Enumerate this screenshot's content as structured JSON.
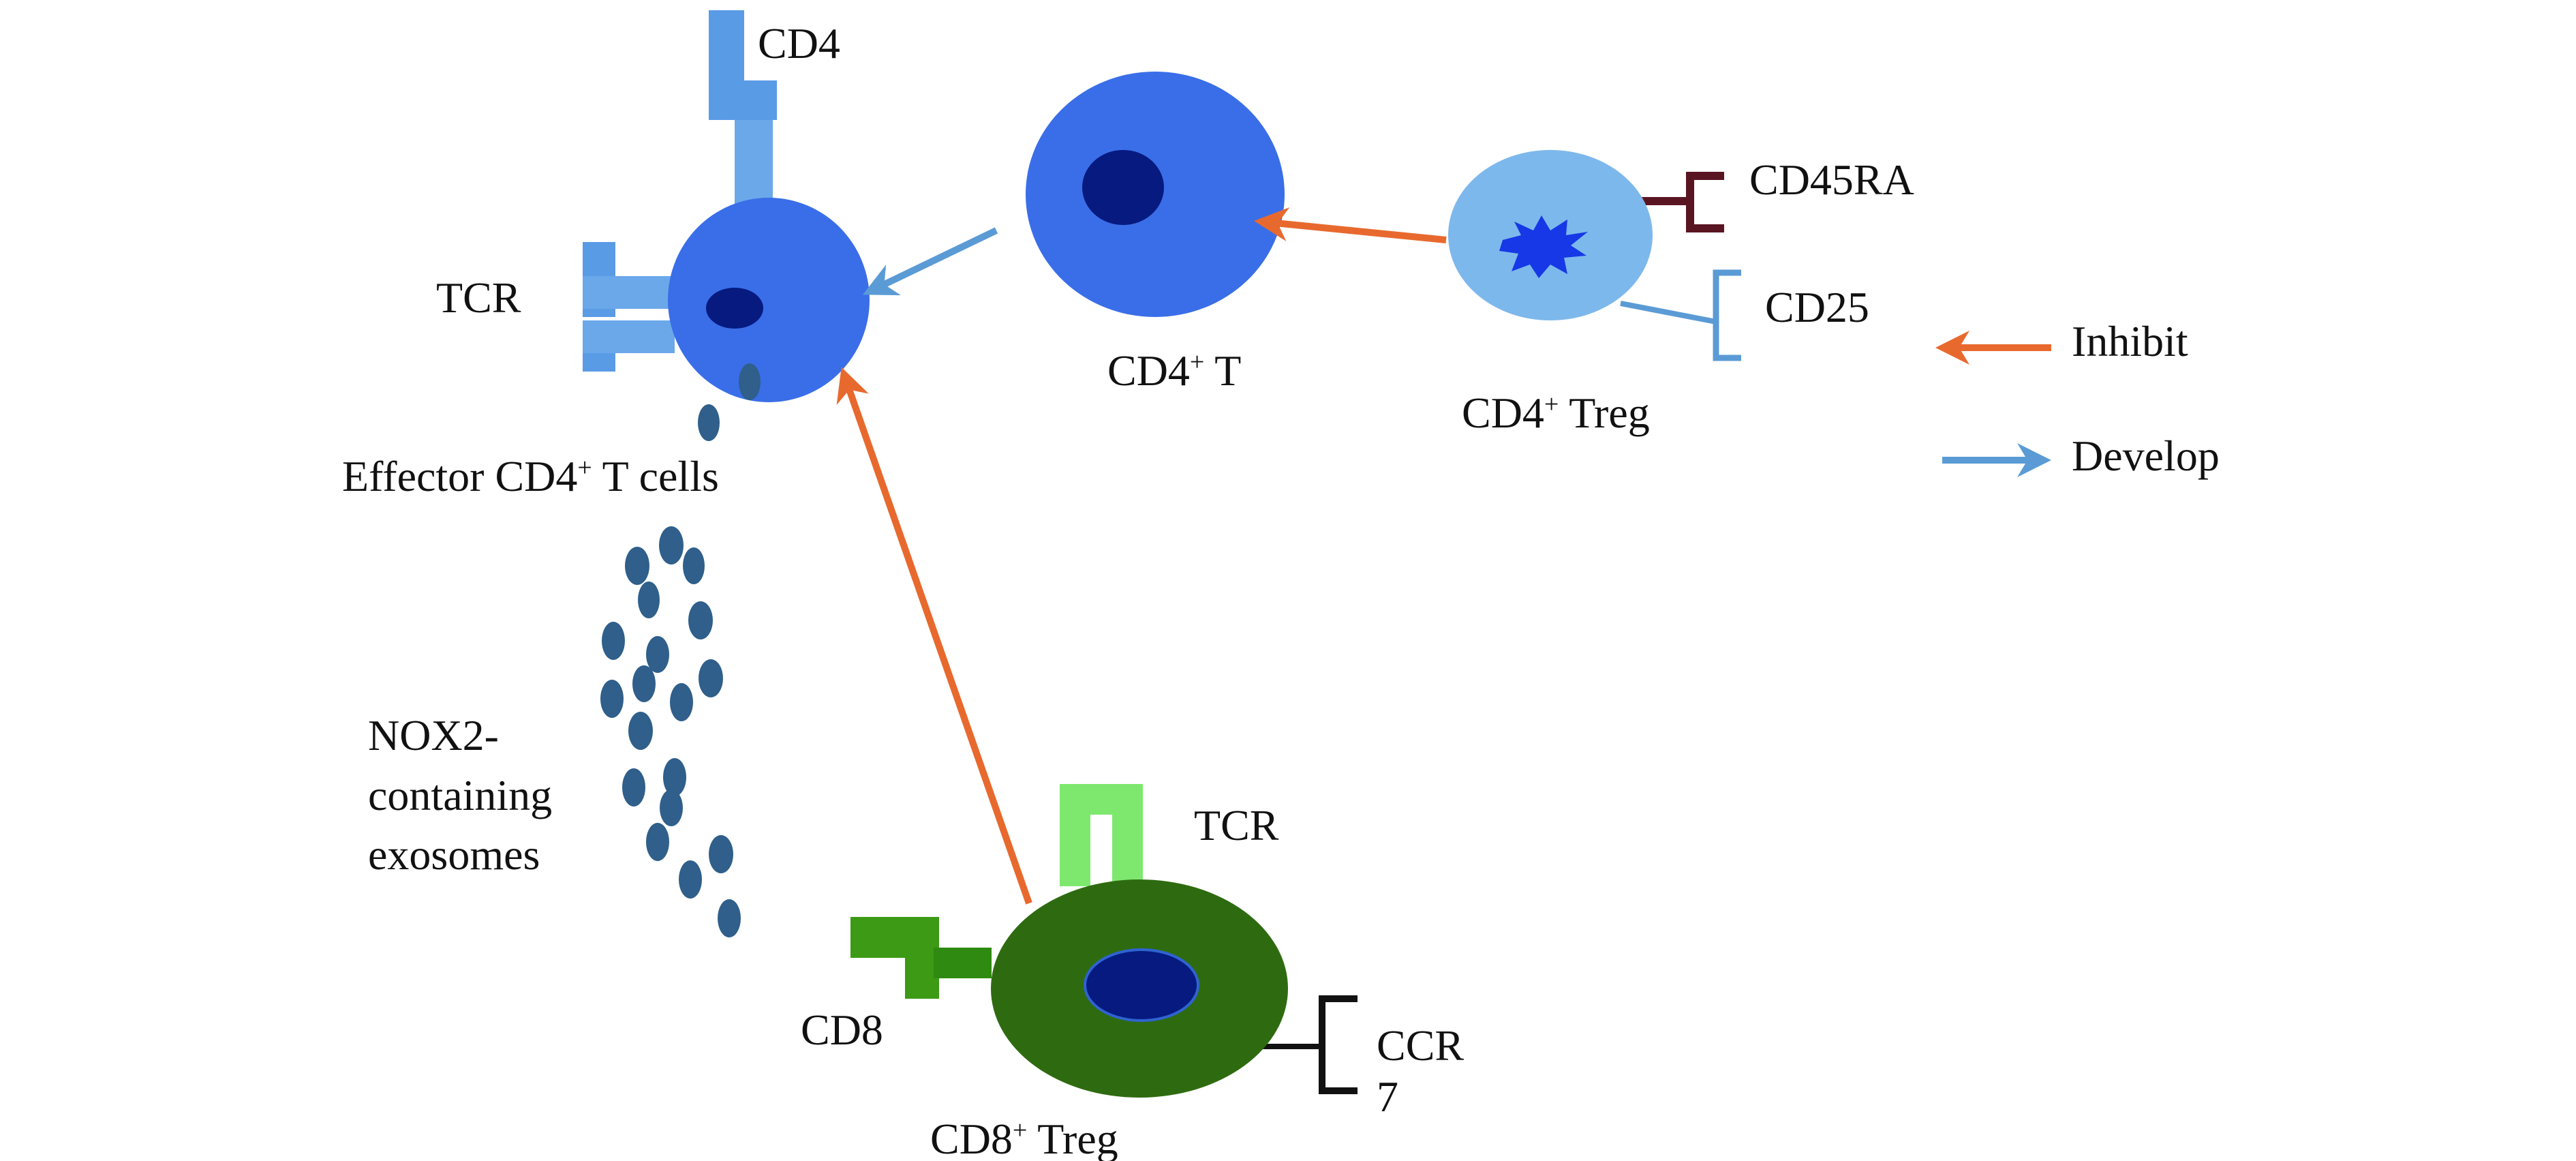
{
  "labels": {
    "cd4_receptor": "CD4",
    "tcr_effector": "TCR",
    "effector_cells": {
      "prefix": "Effector CD4",
      "sup": "+",
      "suffix": " T cells"
    },
    "cd4_t": {
      "prefix": "CD4",
      "sup": "+",
      "suffix": " T"
    },
    "cd4_treg": {
      "prefix": "CD4",
      "sup": "+",
      "suffix": " Treg"
    },
    "cd45ra": "CD45RA",
    "cd25": "CD25",
    "exosomes": [
      "NOX2-",
      "containing",
      "exosomes"
    ],
    "tcr_cd8": "TCR",
    "cd8_receptor": "CD8",
    "ccr7": [
      "CCR",
      "7"
    ],
    "cd8_treg": {
      "prefix": "CD8",
      "sup": "+",
      "suffix": " Treg"
    }
  },
  "legend": [
    {
      "label": "Inhibit",
      "color": "#e8692e"
    },
    {
      "label": "Develop",
      "color": "#5b9bd5"
    }
  ],
  "colors": {
    "inhibit": "#e8692e",
    "develop": "#5b9bd5",
    "cd4_cell": "#3a6ee8",
    "cd4_receptor": "#5a9be6",
    "treg_cell": "#7db8ec",
    "cd8_cell": "#2e6b10",
    "cd8_receptor": "#3c9a14",
    "tcr_green": "#7ee86e",
    "nucleus": "#061a80",
    "cd45ra": "#5a1522",
    "exosome": "#2f5f8a"
  }
}
